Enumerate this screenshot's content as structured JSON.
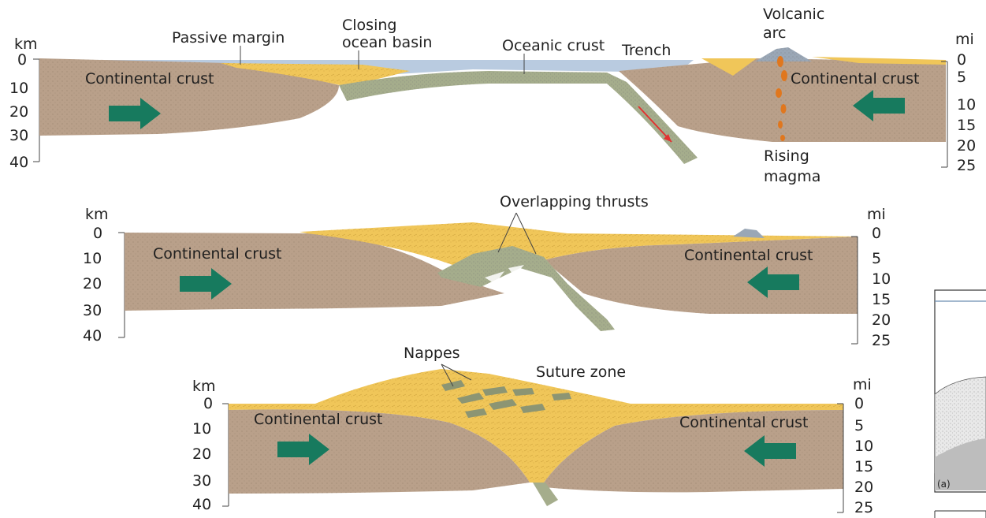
{
  "colors": {
    "crust": "#b9a08a",
    "crust_dark": "#a68d78",
    "sediment": "#f0c659",
    "sediment_dark": "#d9a93a",
    "ocean": "#b9cbe0",
    "oceanic_crust": "#a5ad8c",
    "oceanic_crust_dark": "#8c9573",
    "arrow": "#177a5e",
    "magma": "#e0771e",
    "subduction_arrow": "#e23131"
  },
  "axis": {
    "left_unit": "km",
    "right_unit": "mi",
    "km_ticks": [
      "0",
      "10",
      "20",
      "30",
      "40"
    ],
    "mi_ticks": [
      "0",
      "5",
      "10",
      "15",
      "20",
      "25"
    ],
    "mi_ticks_panel1": [
      "0",
      "5",
      "10",
      "15",
      "20",
      "25"
    ]
  },
  "panel1": {
    "passive_margin": "Passive margin",
    "closing_ocean_basin_1": "Closing",
    "closing_ocean_basin_2": "ocean basin",
    "oceanic_crust": "Oceanic crust",
    "trench": "Trench",
    "volcanic_arc_1": "Volcanic",
    "volcanic_arc_2": "arc",
    "continental_crust_left": "Continental crust",
    "continental_crust_right": "Continental crust",
    "rising_magma_1": "Rising",
    "rising_magma_2": "magma"
  },
  "panel2": {
    "overlapping_thrusts": "Overlapping thrusts",
    "continental_crust_left": "Continental crust",
    "continental_crust_right": "Continental crust"
  },
  "panel3": {
    "nappes": "Nappes",
    "suture_zone": "Suture zone",
    "continental_crust_left": "Continental crust",
    "continental_crust_right": "Continental crust"
  },
  "side_panel": {
    "label_a": "(a)"
  }
}
